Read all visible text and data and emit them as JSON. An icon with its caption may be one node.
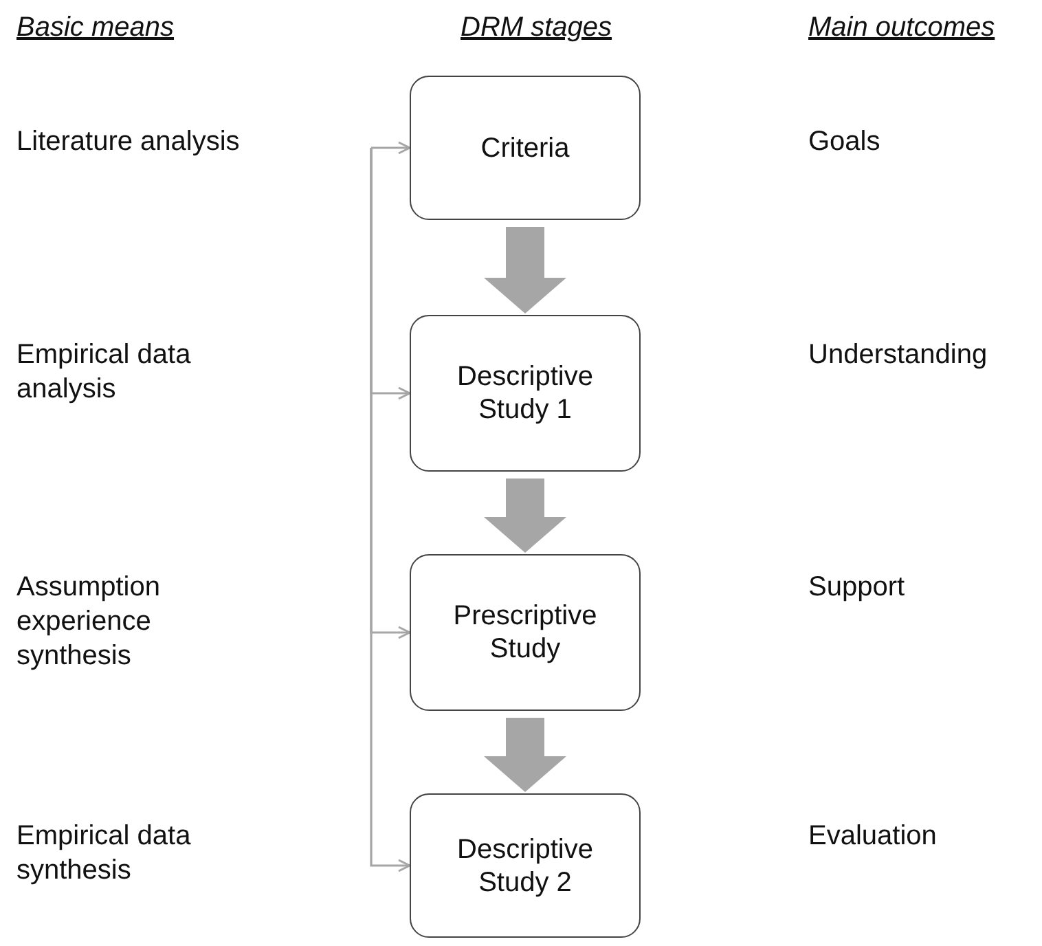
{
  "diagram": {
    "nodes": [
      {
        "text": [
          "Criteria"
        ]
      },
      {
        "text": [
          "Descriptive Study 1"
        ]
      },
      {
        "text": [
          "Prescriptive Study"
        ]
      },
      {
        "text": [
          "Descriptive Study 2"
        ]
      }
    ],
    "edges": [
      {
        "from": null,
        "to": 0,
        "arrow": "to",
        "color": "#a6a6a6"
      },
      {
        "from": null,
        "to": 1,
        "arrow": "to",
        "color": "#a6a6a6"
      },
      {
        "from": null,
        "to": 2,
        "arrow": "to",
        "color": "#a6a6a6"
      },
      {
        "from": null,
        "to": 3,
        "arrow": "to",
        "color": "#a6a6a6"
      },
      {
        "from": 0,
        "to": 1,
        "arrow": "to",
        "style": "thick",
        "color": "#a6a6a6"
      },
      {
        "from": 1,
        "to": 2,
        "arrow": "to",
        "style": "thick",
        "color": "#a6a6a6"
      },
      {
        "from": 2,
        "to": 3,
        "arrow": "to",
        "style": "thick",
        "color": "#a6a6a6"
      }
    ],
    "labels": [
      "Basic means",
      "DRM stages",
      "Main outcomes",
      "Literature analysis",
      "Goals",
      "Empirical data analysis",
      "Understanding",
      "Assumption experience synthesis",
      "Support",
      "Empirical data synthesis",
      "Evaluation"
    ]
  }
}
